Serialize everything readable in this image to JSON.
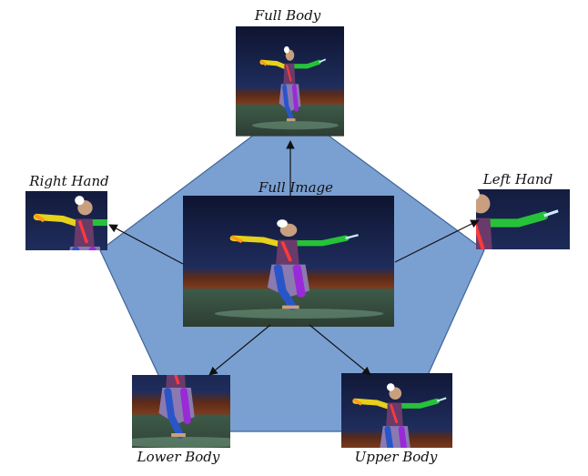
{
  "diagram": {
    "center_label": "Full Image",
    "panels": [
      {
        "id": "full-body",
        "label": "Full Body"
      },
      {
        "id": "right-hand",
        "label": "Right Hand"
      },
      {
        "id": "left-hand",
        "label": "Left Hand"
      },
      {
        "id": "lower-body",
        "label": "Lower Body"
      },
      {
        "id": "upper-body",
        "label": "Upper Body"
      }
    ]
  },
  "colors": {
    "pentagon_fill": "#7aa0d2",
    "pentagon_stroke": "#3f6496",
    "stage_top": "#1b2650",
    "stage_floor": "#3a4d3e",
    "arrow": "#111111"
  }
}
